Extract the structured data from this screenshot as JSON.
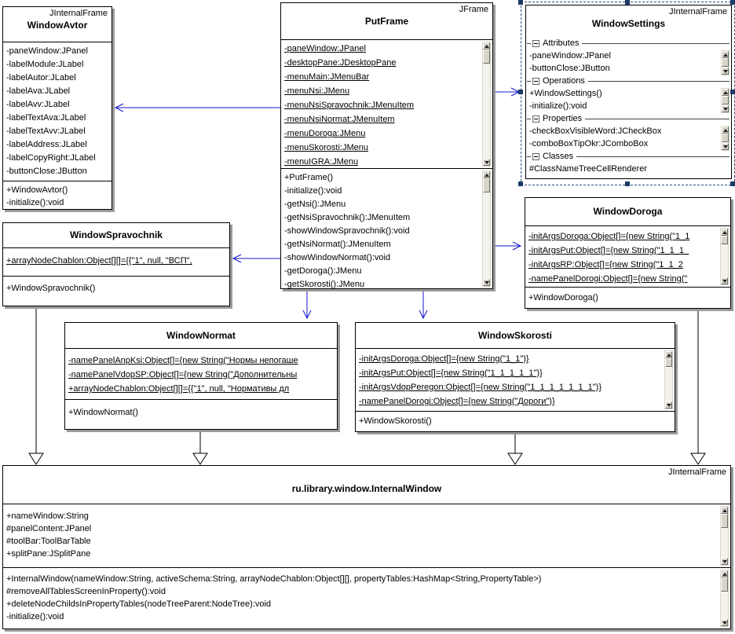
{
  "colors": {
    "connector_blue": "#1414cd",
    "line_black": "#000000",
    "box_shadow": "#9a9a9a",
    "selection_navy": "#1d3a66",
    "selection_dash": "#33507e",
    "scrollbar_face": "#d8d4c8",
    "scrollbar_track": "#f4f2ec"
  },
  "icons": {
    "scroll_up": "up-triangle",
    "scroll_down": "down-triangle",
    "collapse": "minus-box"
  },
  "classes": {
    "window_avtor": {
      "stereotype": "JInternalFrame",
      "name": "WindowAvtor",
      "attributes": [
        "-paneWindow:JPanel",
        "-labelModule:JLabel",
        "-labelAutor:JLabel",
        "-labelAva:JLabel",
        "-labelAvv:JLabel",
        "-labelTextAva:JLabel",
        "-labelTextAvv:JLabel",
        "-labelAddress:JLabel",
        "-labelCopyRight:JLabel",
        "-buttonClose:JButton"
      ],
      "methods": [
        "+WindowAvtor()",
        "-initialize():void"
      ]
    },
    "put_frame": {
      "stereotype": "JFrame",
      "name": "PutFrame",
      "attributes": [
        "-paneWindow:JPanel",
        "-desktopPane:JDesktopPane",
        "-menuMain:JMenuBar",
        "-menuNsi:JMenu",
        "-menuNsiSpravochnik:JMenuItem",
        "-menuNsiNormat:JMenuItem",
        "-menuDoroga:JMenu",
        "-menuSkorosti:JMenu",
        "-menuIGRA:JMenu"
      ],
      "methods": [
        "+PutFrame()",
        "-initialize():void",
        "-getNsi():JMenu",
        "-getNsiSpravochnik():JMenuItem",
        "-showWindowSpravochnik():void",
        "-getNsiNormat():JMenuItem",
        "-showWindowNormat():void",
        "-getDoroga():JMenu",
        "-getSkorosti():JMenu"
      ]
    },
    "window_settings": {
      "stereotype": "JInternalFrame",
      "name": "WindowSettings",
      "groups": [
        {
          "label": "Attributes",
          "items": [
            "-paneWindow:JPanel",
            "-buttonClose:JButton"
          ]
        },
        {
          "label": "Operations",
          "items": [
            "+WindowSettings()",
            "-initialize():void"
          ]
        },
        {
          "label": "Properties",
          "items": [
            "-checkBoxVisibleWord:JCheckBox",
            "-comboBoxTipOkr:JComboBox"
          ]
        },
        {
          "label": "Classes",
          "items": [
            "#ClassNameTreeCellRenderer"
          ]
        }
      ]
    },
    "window_spravochnik": {
      "name": "WindowSpravochnik",
      "attributes": [
        "+arrayNodeChablon:Object[][]={{\"1\", null, \"ВСП\","
      ],
      "methods": [
        "+WindowSpravochnik()"
      ]
    },
    "window_doroga": {
      "name": "WindowDoroga",
      "attributes": [
        "-initArgsDoroga:Object[]={new String(\"1_1",
        "-initArgsPut:Object[]={new String(\"1_1_1_",
        "-initArgsRP:Object[]={new String(\"1_1_2",
        "-namePanelDorogi:Object[]={new String(\""
      ],
      "methods": [
        "+WindowDoroga()"
      ]
    },
    "window_normat": {
      "name": "WindowNormat",
      "attributes": [
        "-namePanelAnpKsi:Object[]={new String(\"Нормы непогаше",
        "-namePanelVdopSP:Object[]={new String(\"Дополнительны",
        "+arrayNodeChablon:Object[][]={{\"1\", null, \"Нормативы дл"
      ],
      "methods": [
        "+WindowNormat()"
      ]
    },
    "window_skorosti": {
      "name": "WindowSkorosti",
      "attributes": [
        "-initArgsDoroga:Object[]={new String(\"1_1\")}",
        "-initArgsPut:Object[]={new String(\"1_1_1_1_1\")}",
        "-initArgsVdopPeregon:Object[]={new String(\"1_1_1_1_1_1_1\")}",
        "-namePanelDorogi:Object[]={new String(\"Дороги\")}"
      ],
      "methods": [
        "+WindowSkorosti()"
      ]
    },
    "internal_window": {
      "stereotype": "JInternalFrame",
      "name": "ru.library.window.InternalWindow",
      "attributes": [
        "+nameWindow:String",
        "#panelContent:JPanel",
        "#toolBar:ToolBarTable",
        "+splitPane:JSplitPane"
      ],
      "methods": [
        "+InternalWindow(nameWindow:String, activeSchema:String, arrayNodeChablon:Object[][], propertyTables:HashMap<String,PropertyTable>)",
        "#removeAllTablesScreenInProperty():void",
        "+deleteNodeChildsInPropertyTables(nodeTreeParent:NodeTree):void",
        "-initialize():void"
      ]
    }
  }
}
